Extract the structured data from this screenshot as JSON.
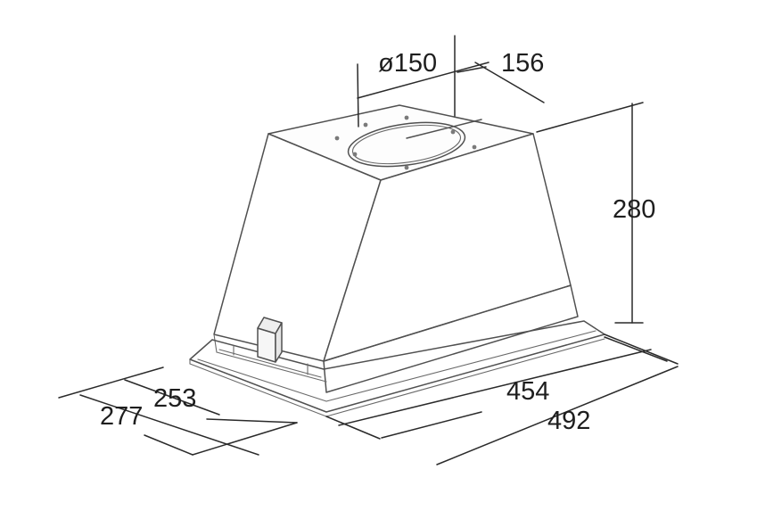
{
  "dimensions": {
    "outlet_diameter": "ø150",
    "outlet_offset": "156",
    "height": "280",
    "inner_width": "454",
    "outer_width": "492",
    "inner_depth": "253",
    "outer_depth": "277"
  }
}
